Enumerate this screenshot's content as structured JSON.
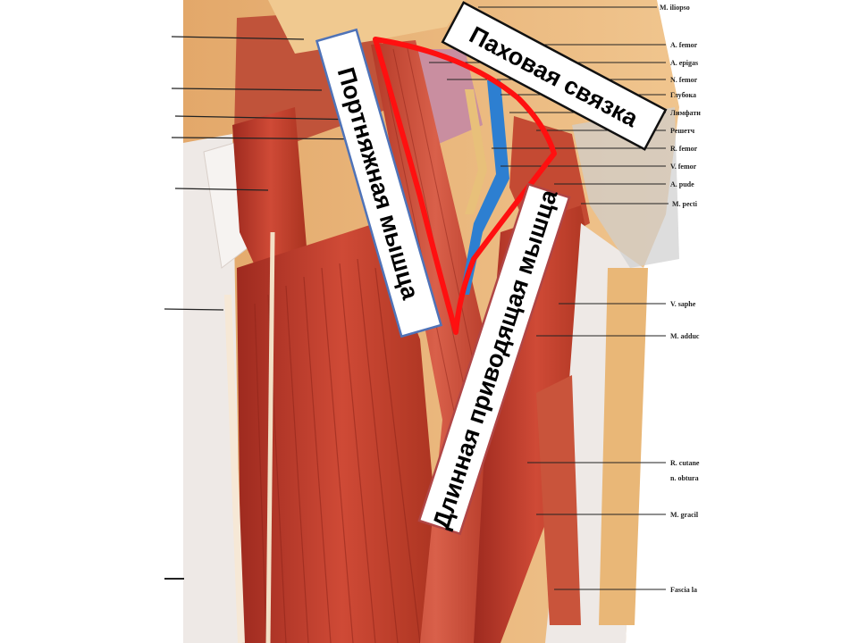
{
  "colors": {
    "triangle_outline": "#ff1010",
    "muscle": "#c0392b",
    "muscle_dark": "#8e2419",
    "tendon": "#f2d2a4",
    "fascia": "#e9e4e2",
    "vein_blue": "#2d7fd1",
    "sartorius_box_border": "#4f73b8",
    "adductor_box_border": "#b04646",
    "ligament_box_border": "#111111"
  },
  "callouts": {
    "inguinal_ligament": "Паховая связка",
    "sartorius": "Портняжная мышца",
    "adductor_longus": "Длинная приводящая мышца"
  },
  "right_labels": [
    "M. iliopso",
    "A. femor",
    "A. epigas",
    "N. femor",
    "Глубока",
    "Лимфати",
    "Решетч",
    "R. femor",
    "V. femor",
    "A. pude",
    "M. pecti",
    "V. saphe",
    "M. adduc",
    "R. cutane",
    "n. obtura",
    "M. gracil",
    "Fascia la"
  ]
}
